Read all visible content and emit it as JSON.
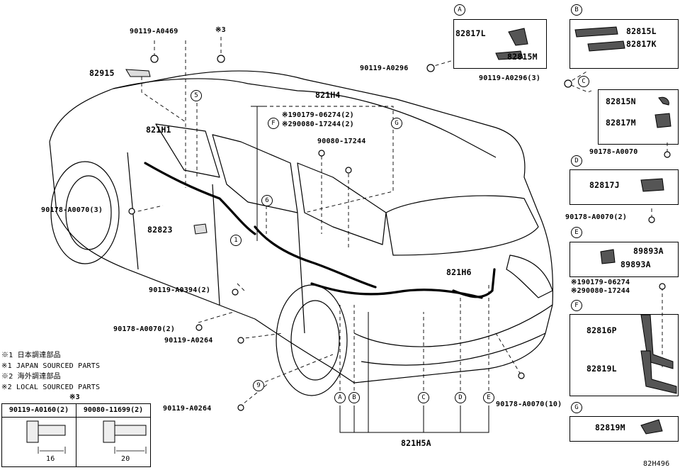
{
  "parts": {
    "p90119_A0469": "90119-A0469",
    "mark3_top": "※3",
    "p82915": "82915",
    "p821H1": "821H1",
    "p90178_A0070_3": "90178-A0070(3)",
    "p82823": "82823",
    "p821H4": "821H4",
    "note1_90179": "※190179-06274(2)",
    "note2_90080": "※290080-17244(2)",
    "p90080_17244": "90080-17244",
    "p90119_A0394_2": "90119-A0394(2)",
    "p90178_A0070_2_left": "90178-A0070(2)",
    "p90119_A0264_a": "90119-A0264",
    "p90119_A0264_b": "90119-A0264",
    "p821H6": "821H6",
    "p821H5A": "821H5A",
    "p90178_A0070_10": "90178-A0070(10)",
    "p90119_A0296": "90119-A0296",
    "p90119_A0296_3": "90119-A0296(3)",
    "p90178_A0070_C": "90178-A0070",
    "p90178_A0070_2_D": "90178-A0070(2)",
    "noteE1": "※190179-06274",
    "noteE2": "※290080-17244"
  },
  "callouts": {
    "c1": "1",
    "c5": "5",
    "c6": "6",
    "c9": "9",
    "F": "F",
    "G": "G",
    "bA": "A",
    "bB": "B",
    "bC": "C",
    "bD": "D",
    "bE": "E"
  },
  "groups": {
    "A": {
      "letter": "A",
      "items": [
        "82817L",
        "82815M"
      ]
    },
    "B": {
      "letter": "B",
      "items": [
        "82815L",
        "82817K"
      ]
    },
    "C": {
      "letter": "C",
      "items": [
        "82815N",
        "82817M"
      ]
    },
    "D": {
      "letter": "D",
      "items": [
        "82817J"
      ]
    },
    "E": {
      "letter": "E",
      "items": [
        "89893A",
        "89893A"
      ]
    },
    "F": {
      "letter": "F",
      "items": [
        "82816P",
        "82819L"
      ]
    },
    "G": {
      "letter": "G",
      "items": [
        "82819M"
      ]
    }
  },
  "legend": {
    "n1_jp": "※1 日本調達部品",
    "n1_en": "※1 JAPAN SOURCED PARTS",
    "n2_jp": "※2 海外調達部品",
    "n2_en": "※2 LOCAL SOURCED PARTS"
  },
  "table": {
    "mark": "※3",
    "left_header": "90119-A0160(2)",
    "right_header": "90080-11699(2)",
    "left_dim": "16",
    "right_dim": "20"
  },
  "diagram_id": "82H496"
}
